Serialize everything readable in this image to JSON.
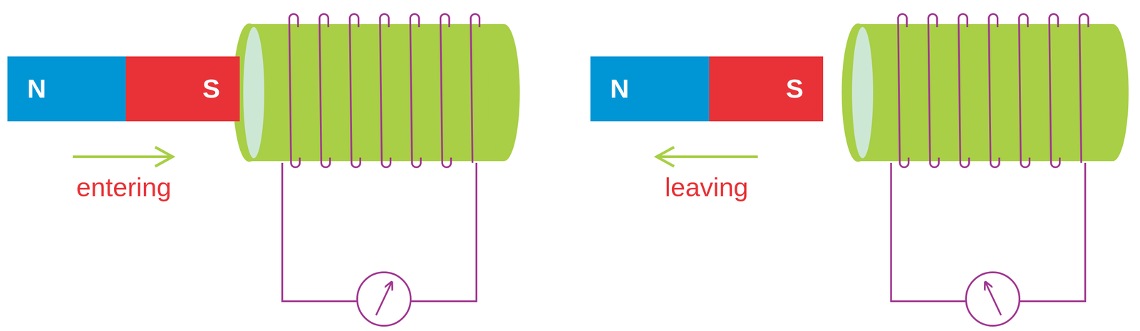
{
  "diagram": {
    "nodes": [
      {
        "text": [
          "N"
        ]
      },
      {
        "text": [
          "S"
        ]
      },
      {
        "text": [
          "N"
        ]
      },
      {
        "text": [
          "S"
        ]
      }
    ],
    "labels": [
      "entering",
      "leaving"
    ]
  }
}
